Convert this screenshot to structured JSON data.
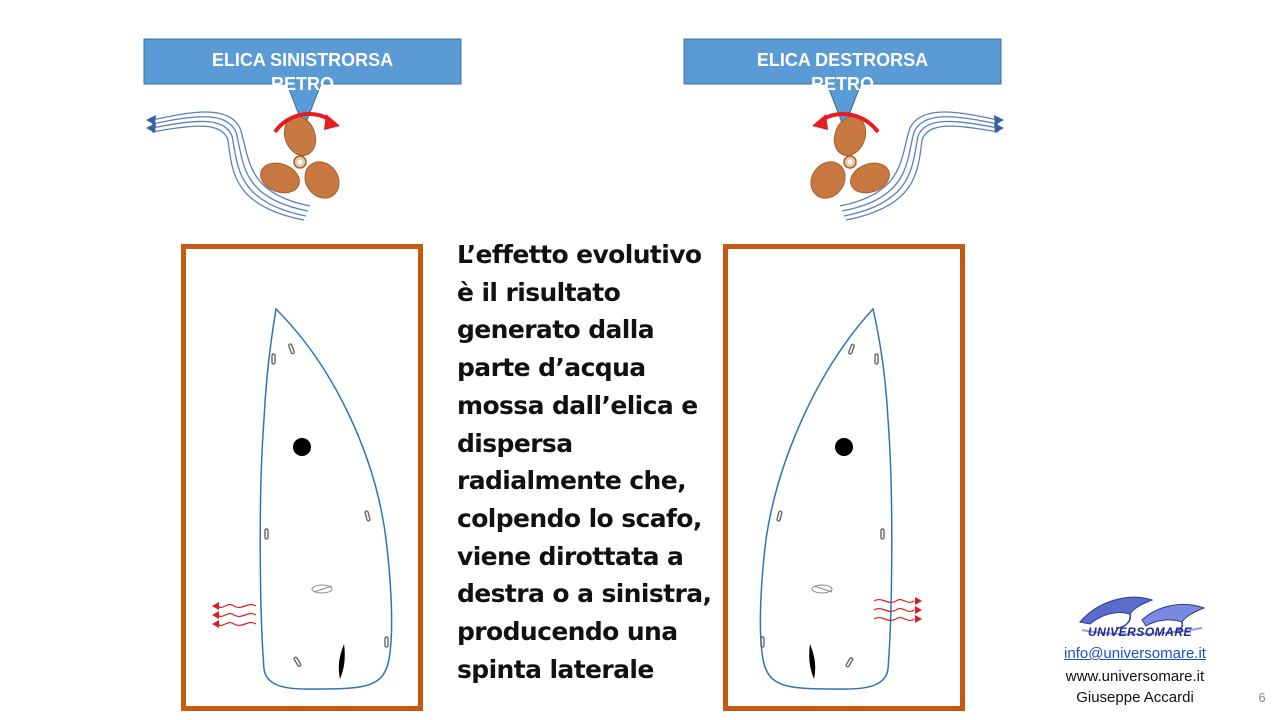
{
  "banners": {
    "left": {
      "line1": "ELICA SINISTRORSA",
      "line2": "RETRO"
    },
    "right": {
      "line1": "ELICA DESTRORSA",
      "line2": "RETRO"
    }
  },
  "body_text": {
    "lines": [
      "L’effetto evolutivo",
      "è il risultato",
      "generato dalla",
      "parte d’acqua",
      "mossa dall’elica e",
      "dispersa",
      "radialmente che,",
      "colpendo lo scafo,",
      "viene dirottata a",
      "destra o a sinistra,",
      "producendo una",
      "spinta laterale"
    ]
  },
  "footer": {
    "brand": "UNIVERSOMARE",
    "email": "info@universomare.it",
    "website": "www.universomare.it",
    "author": "Giuseppe Accardi",
    "page_number": "6"
  },
  "colors": {
    "banner_fill": "#5b9bd5",
    "frame_border": "#c55a11",
    "propeller": "#c87941",
    "rotation_arrow": "#e41e1e",
    "hull_outline": "#2e75b6",
    "thrust_arrow": "#d62020"
  },
  "icons": {
    "propeller_left": "propeller-icon",
    "propeller_right": "propeller-icon",
    "logo": "dolphins-logo-icon"
  }
}
